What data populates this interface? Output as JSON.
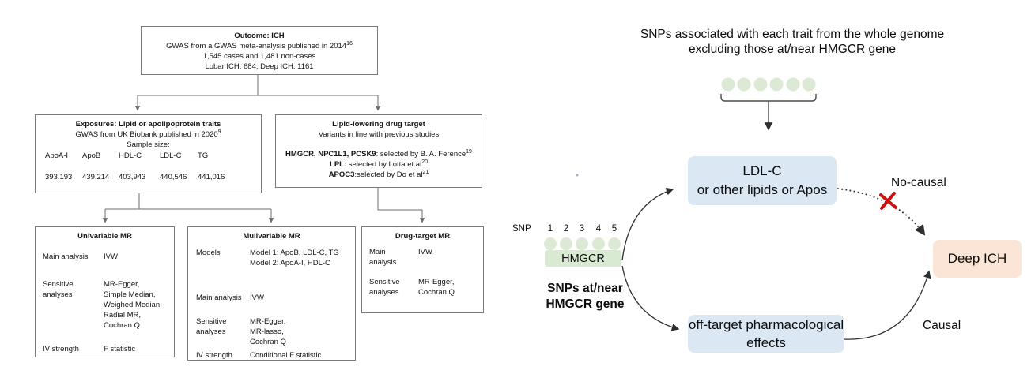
{
  "palette": {
    "box_blue": "#dbe7f3",
    "box_green": "#d9ead3",
    "box_peach": "#fbe5d6",
    "dot_green": "#dcead5",
    "x_red": "#cc1111",
    "flow_line_gray": "#6e6e6e",
    "diagram_line_dark": "#2f2f2f"
  },
  "flowchart": {
    "outcome": {
      "title": "Outcome: ICH",
      "line1": "GWAS from a GWAS meta-analysis published in 2014",
      "line1_sup": "16",
      "line2": "1,545 cases and 1,481 non-cases",
      "line3": "Lobar ICH: 684; Deep ICH: 1161"
    },
    "exposures": {
      "title": "Exposures: Lipid or apolipoprotein traits",
      "subtitle": "GWAS from UK Biobank published in 2020",
      "subtitle_sup": "9",
      "sample_size_label": "Sample size:",
      "traits": [
        "ApoA-I",
        "ApoB",
        "HDL-C",
        "LDL-C",
        "TG"
      ],
      "sample_sizes": [
        "393,193",
        "439,214",
        "403,943",
        "440,546",
        "441,016"
      ]
    },
    "drug_target": {
      "title": "Lipid-lowering  drug target",
      "subtitle": "Variants in line with previous studies",
      "selections": [
        {
          "bold": "HMGCR, NPC1L1, PCSK9",
          "rest": ": selected by B. A. Ference",
          "sup": "19"
        },
        {
          "bold": "LPL:",
          "rest": " selected by Lotta et al",
          "sup": "20"
        },
        {
          "bold": "APOC3",
          "rest": ":selected by Do et al",
          "sup": "21"
        }
      ]
    },
    "univariable": {
      "title": "Univariable MR",
      "rows": [
        {
          "label": "Main analysis",
          "value": "IVW"
        },
        {
          "label": "Sensitive\nanalyses",
          "value": "MR-Egger,\nSimple Median,\nWeighed Median,\nRadial MR,\nCochran Q"
        },
        {
          "label": "IV strength",
          "value": "F statistic"
        }
      ]
    },
    "multivariable": {
      "title": "Mulivariable MR",
      "rows": [
        {
          "label": "Models",
          "value": "Model 1: ApoB, LDL-C, TG\nModel 2: ApoA-I, HDL-C"
        },
        {
          "label": "Main analysis",
          "value": "IVW"
        },
        {
          "label": "Sensitive\nanalyses",
          "value": "MR-Egger,\nMR-lasso,\nCochran Q"
        },
        {
          "label": "IV strength",
          "value": "Conditional F statistic"
        }
      ]
    },
    "drug_target_mr": {
      "title": "Drug-target MR",
      "rows": [
        {
          "label": "Main\nanalysis",
          "value": "IVW"
        },
        {
          "label": "Sensitive\nanalyses",
          "value": "MR-Egger,\nCochran Q"
        }
      ]
    }
  },
  "diagram": {
    "heading": "SNPs associated with each trait from the whole genome\nexcluding those at/near HMGCR gene",
    "genome_snp_dot_count": 6,
    "snp_label": "SNP",
    "snp_numbers": [
      "1",
      "2",
      "3",
      "4",
      "5"
    ],
    "hmgcr_label": "HMGCR",
    "hmgcr_caption": "SNPs at/near\nHMGCR gene",
    "ldl_box": "LDL-C\nor other lipids or Apos",
    "offtarget_box": "off-target pharmacological\neffects",
    "outcome_box": "Deep ICH",
    "no_causal_label": "No-causal",
    "causal_label": "Causal"
  }
}
